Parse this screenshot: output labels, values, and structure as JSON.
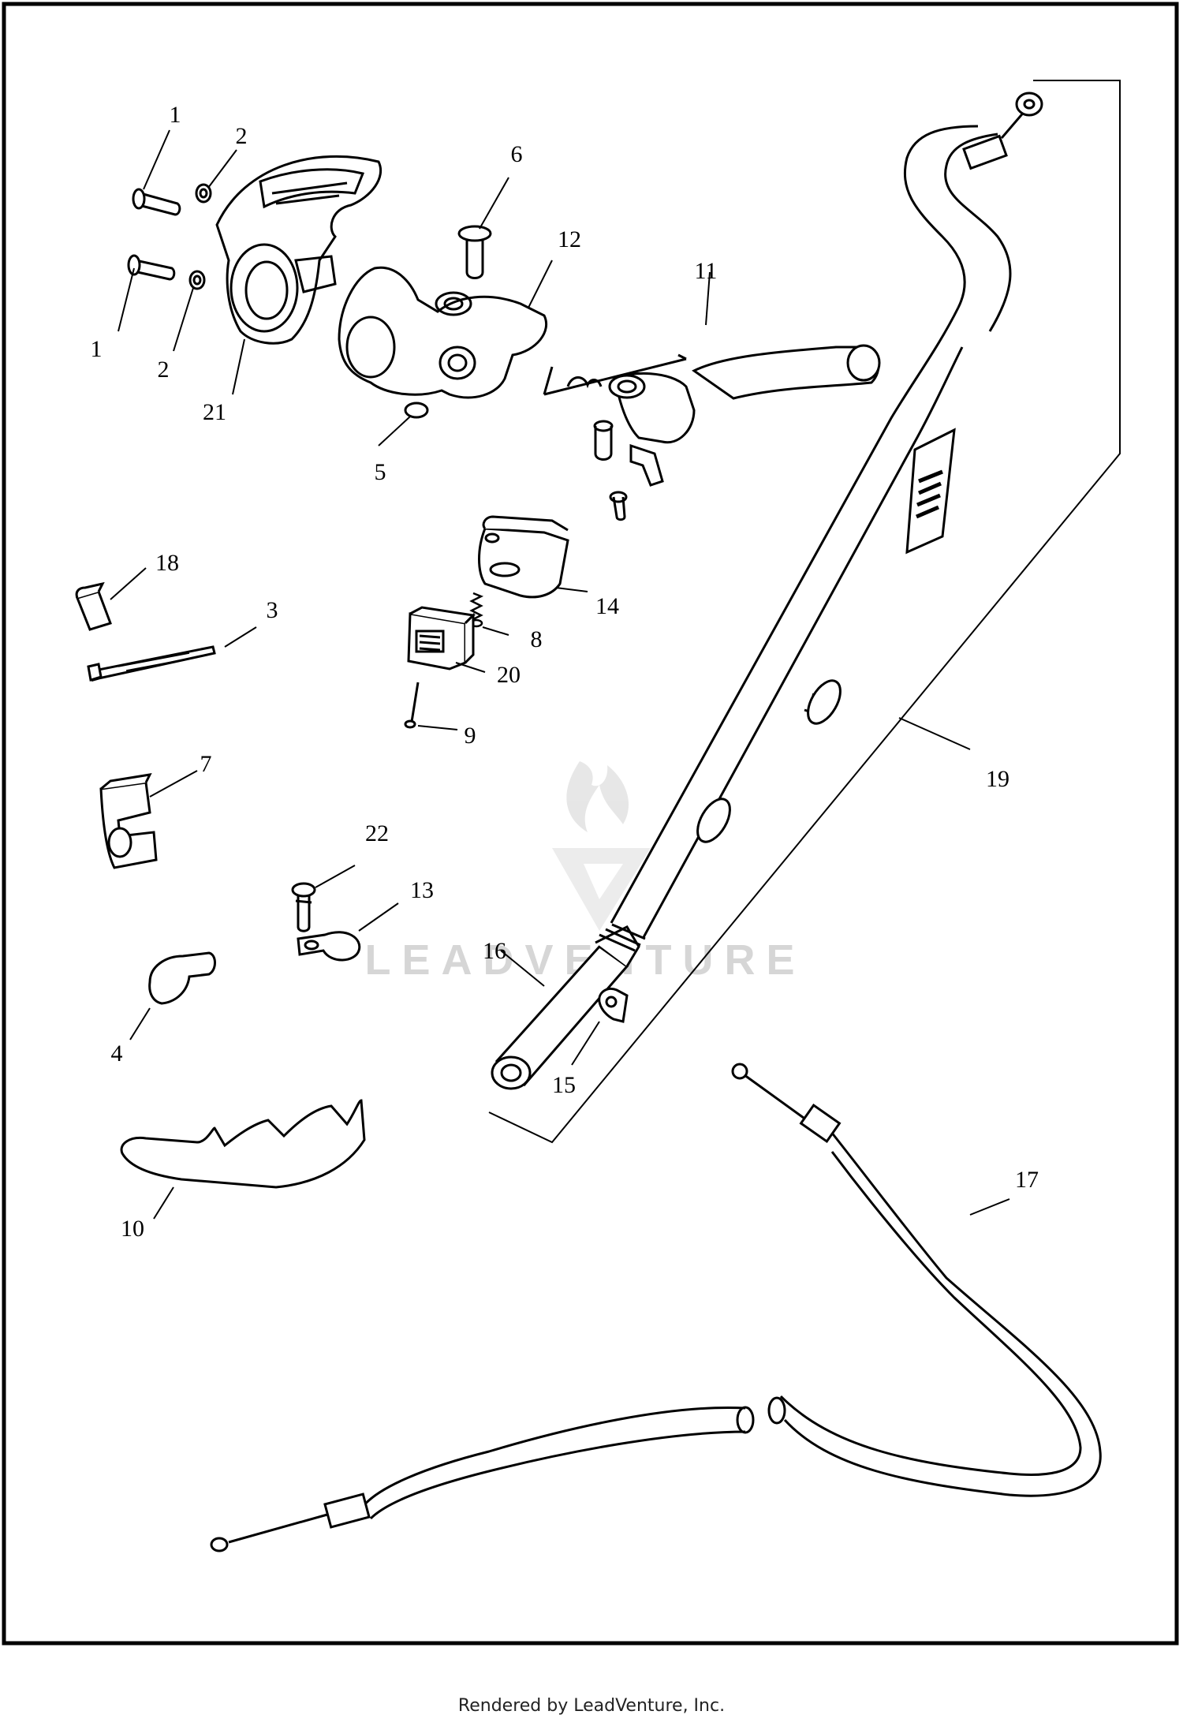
{
  "callouts": {
    "c1a": "1",
    "c1b": "1",
    "c2a": "2",
    "c2b": "2",
    "c3": "3",
    "c4": "4",
    "c5": "5",
    "c6": "6",
    "c7": "7",
    "c8": "8",
    "c9": "9",
    "c10": "10",
    "c11": "11",
    "c12": "12",
    "c13": "13",
    "c14": "14",
    "c15": "15",
    "c16": "16",
    "c17": "17",
    "c18": "18",
    "c19": "19",
    "c20": "20",
    "c21": "21",
    "c22": "22"
  },
  "watermark": "LEADVENTURE",
  "footer": "Rendered by LeadVenture, Inc."
}
